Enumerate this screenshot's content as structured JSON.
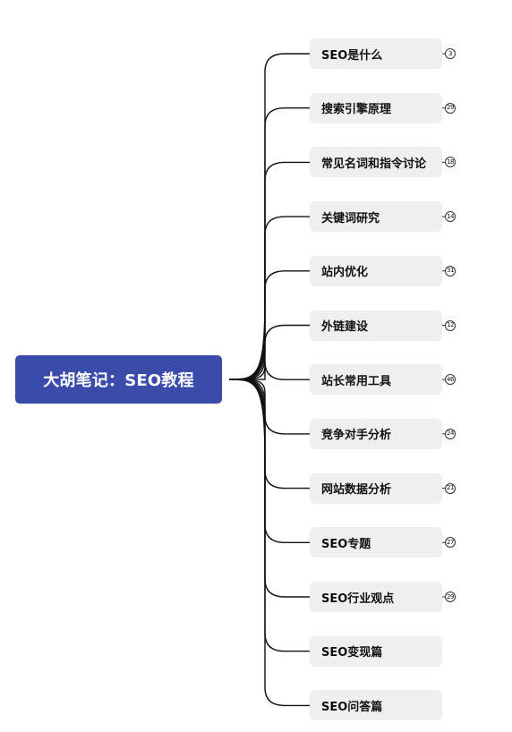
{
  "root": {
    "title": "大胡笔记：SEO教程",
    "color": "#3B4BAA"
  },
  "colors": {
    "node_bg": "#EFEFEF",
    "line": "#111111"
  },
  "children": [
    {
      "label": "SEO是什么",
      "count": "3"
    },
    {
      "label": "搜索引擎原理",
      "count": "29"
    },
    {
      "label": "常见名词和指令讨论",
      "count": "18"
    },
    {
      "label": "关键词研究",
      "count": "14"
    },
    {
      "label": "站内优化",
      "count": "31"
    },
    {
      "label": "外链建设",
      "count": "12"
    },
    {
      "label": "站长常用工具",
      "count": "46"
    },
    {
      "label": "竞争对手分析",
      "count": "24"
    },
    {
      "label": "网站数据分析",
      "count": "21"
    },
    {
      "label": "SEO专题",
      "count": "27"
    },
    {
      "label": "SEO行业观点",
      "count": "29"
    },
    {
      "label": "SEO变现篇",
      "count": ""
    },
    {
      "label": "SEO问答篇",
      "count": ""
    }
  ]
}
